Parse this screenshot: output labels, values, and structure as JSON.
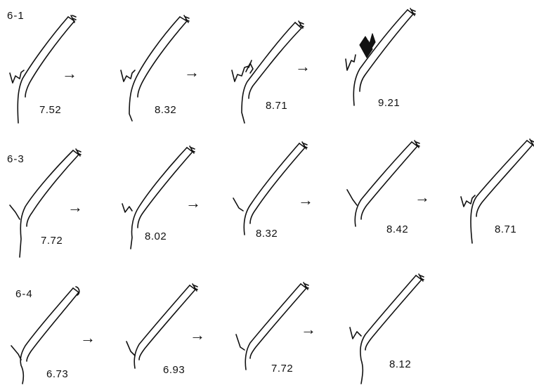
{
  "rows": [
    {
      "label": "6-1",
      "values": [
        "7.52",
        "8.32",
        "8.71",
        "9.21"
      ]
    },
    {
      "label": "6-3",
      "values": [
        "7.72",
        "8.02",
        "8.32",
        "8.42",
        "8.71"
      ]
    },
    {
      "label": "6-4",
      "values": [
        "6.73",
        "6.93",
        "7.72",
        "8.12"
      ]
    }
  ],
  "arrow_glyph": "→",
  "colors": {
    "ink": "#111111",
    "background": "#ffffff"
  }
}
